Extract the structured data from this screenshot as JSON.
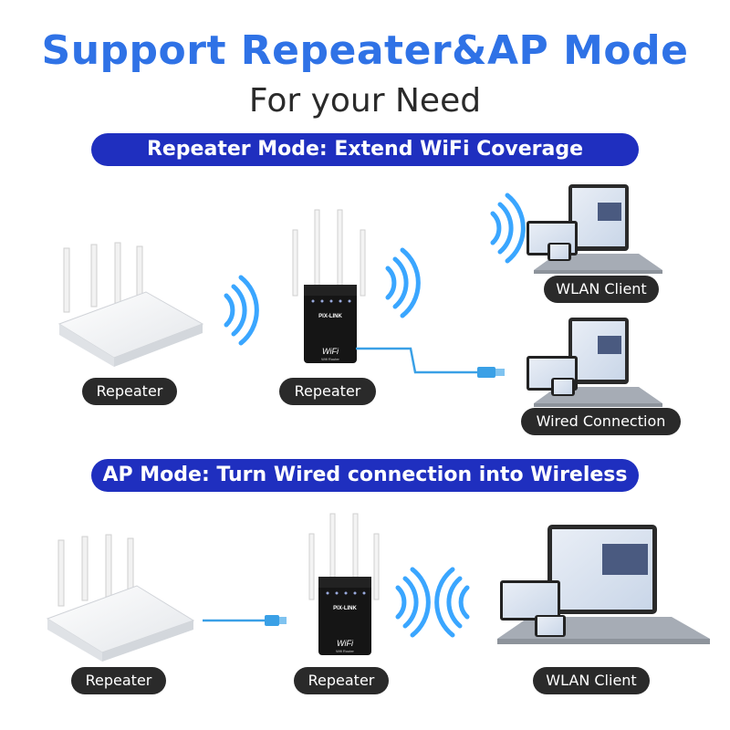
{
  "title": "Support Repeater&AP Mode",
  "subtitle": "For your Need",
  "sections": [
    {
      "banner": "Repeater Mode: Extend WiFi Coverage",
      "labels": [
        "Repeater",
        "Repeater",
        "WLAN Client",
        "Wired Connection"
      ]
    },
    {
      "banner": "AP Mode: Turn Wired connection into Wireless",
      "labels": [
        "Repeater",
        "Repeater",
        "WLAN Client"
      ]
    }
  ],
  "device": {
    "brand": "PIX-LINK",
    "wifi_logo": "WiFi",
    "subtext": "Wifi Router"
  },
  "colors": {
    "title_blue": "#2f72e6",
    "banner_blue": "#1f2fbf",
    "signal_blue": "#3aa6ff",
    "cable_blue": "#3aa0e6",
    "label_dark": "#2a2a2a"
  },
  "icons": [
    "router-icon",
    "repeater-icon",
    "wifi-signal-icon",
    "laptop-icon",
    "tablet-icon",
    "phone-icon",
    "ethernet-cable-icon"
  ]
}
